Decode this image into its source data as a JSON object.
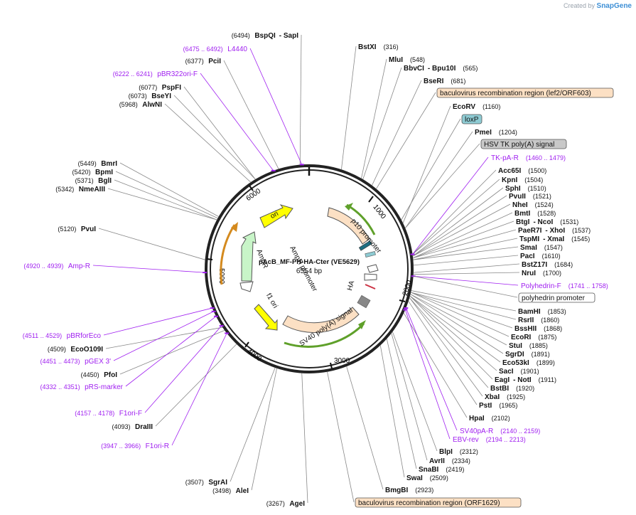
{
  "app": {
    "created_by": "Created by",
    "brand": "SnapGene"
  },
  "plasmid": {
    "name": "pAcB_MF-PH-HA-Cter (VE5629)",
    "size": "6554 bp"
  },
  "ticks": [
    "1000",
    "2000",
    "3000",
    "4000",
    "5000",
    "6000"
  ],
  "colors": {
    "site": "#111111",
    "primer": "#a020f0",
    "feature_orange": "#fce0c4",
    "feature_teal": "#8ecbd3",
    "feature_gray": "#c8c8c8",
    "ori": "#ffff00",
    "ampr": "#c8f5c8",
    "arrow_green": "#5fa02a",
    "arrow_orange": "#d48a1e"
  },
  "sites_right": [
    {
      "name": "BstXI",
      "pos": "(316)"
    },
    {
      "name": "MluI",
      "pos": "(548)"
    },
    {
      "name": "BbvCI",
      "name2": "- Bpu10I",
      "pos": "(565)"
    },
    {
      "name": "BseRI",
      "pos": "(681)"
    },
    {
      "name": "EcoRV",
      "pos": "(1160)"
    },
    {
      "name": "PmeI",
      "pos": "(1204)"
    },
    {
      "name": "Acc65I",
      "pos": "(1500)"
    },
    {
      "name": "KpnI",
      "pos": "(1504)"
    },
    {
      "name": "SphI",
      "pos": "(1510)"
    },
    {
      "name": "PvuII",
      "pos": "(1521)"
    },
    {
      "name": "NheI",
      "pos": "(1524)"
    },
    {
      "name": "BmtI",
      "pos": "(1528)"
    },
    {
      "name": "BtgI",
      "name2": "- NcoI",
      "pos": "(1531)"
    },
    {
      "name": "PaeR7I",
      "name2": "- XhoI",
      "pos": "(1537)"
    },
    {
      "name": "TspMI",
      "name2": "- XmaI",
      "pos": "(1545)"
    },
    {
      "name": "SmaI",
      "pos": "(1547)"
    },
    {
      "name": "PacI",
      "pos": "(1610)"
    },
    {
      "name": "BstZ17I",
      "pos": "(1684)"
    },
    {
      "name": "NruI",
      "pos": "(1700)"
    },
    {
      "name": "BamHI",
      "pos": "(1853)"
    },
    {
      "name": "RsrII",
      "pos": "(1860)"
    },
    {
      "name": "BssHII",
      "pos": "(1868)"
    },
    {
      "name": "EcoRI",
      "pos": "(1875)"
    },
    {
      "name": "StuI",
      "pos": "(1885)"
    },
    {
      "name": "SgrDI",
      "pos": "(1891)"
    },
    {
      "name": "Eco53kI",
      "pos": "(1899)"
    },
    {
      "name": "SacI",
      "pos": "(1901)"
    },
    {
      "name": "EagI",
      "name2": "- NotI",
      "pos": "(1911)"
    },
    {
      "name": "BstBI",
      "pos": "(1920)"
    },
    {
      "name": "XbaI",
      "pos": "(1925)"
    },
    {
      "name": "PstI",
      "pos": "(1965)"
    },
    {
      "name": "HpaI",
      "pos": "(2102)"
    },
    {
      "name": "BlpI",
      "pos": "(2312)"
    },
    {
      "name": "AvrII",
      "pos": "(2334)"
    },
    {
      "name": "SnaBI",
      "pos": "(2419)"
    },
    {
      "name": "SwaI",
      "pos": "(2509)"
    },
    {
      "name": "BmgBI",
      "pos": "(2923)"
    }
  ],
  "sites_left": [
    {
      "name": "BspQI",
      "name2": "- SapI",
      "pos": "(6494)"
    },
    {
      "name": "PciI",
      "pos": "(6377)"
    },
    {
      "name": "PspFI",
      "pos": "(6077)"
    },
    {
      "name": "BseYI",
      "pos": "(6073)"
    },
    {
      "name": "AlwNI",
      "pos": "(5968)"
    },
    {
      "name": "BmrI",
      "pos": "(5449)"
    },
    {
      "name": "BpmI",
      "pos": "(5420)"
    },
    {
      "name": "BglI",
      "pos": "(5371)"
    },
    {
      "name": "NmeAIII",
      "pos": "(5342)"
    },
    {
      "name": "PvuI",
      "pos": "(5120)"
    },
    {
      "name": "EcoO109I",
      "pos": "(4509)"
    },
    {
      "name": "PfoI",
      "pos": "(4450)"
    },
    {
      "name": "DraIII",
      "pos": "(4093)"
    },
    {
      "name": "SgrAI",
      "pos": "(3507)"
    },
    {
      "name": "AleI",
      "pos": "(3498)"
    },
    {
      "name": "AgeI",
      "pos": "(3267)"
    }
  ],
  "primers": [
    {
      "name": "L4440",
      "range": "(6475 .. 6492)"
    },
    {
      "name": "pBR322ori-F",
      "range": "(6222 .. 6241)"
    },
    {
      "name": "Amp-R",
      "range": "(4920 .. 4939)"
    },
    {
      "name": "pBRforEco",
      "range": "(4511 .. 4529)"
    },
    {
      "name": "pGEX 3'",
      "range": "(4451 .. 4473)"
    },
    {
      "name": "pRS-marker",
      "range": "(4332 .. 4351)"
    },
    {
      "name": "F1ori-F",
      "range": "(4157 .. 4178)"
    },
    {
      "name": "F1ori-R",
      "range": "(3947 .. 3966)"
    },
    {
      "name": "TK-pA-R",
      "range": "(1460 .. 1479)"
    },
    {
      "name": "Polyhedrin-F",
      "range": "(1741 .. 1758)"
    },
    {
      "name": "SV40pA-R",
      "range": "(2140 .. 2159)"
    },
    {
      "name": "EBV-rev",
      "range": "(2194 .. 2213)"
    }
  ],
  "boxes": [
    {
      "label": "baculovirus recombination region (lef2/ORF603)",
      "color": "#fce0c4"
    },
    {
      "label": "loxP",
      "color": "#8ecbd3"
    },
    {
      "label": "HSV TK poly(A) signal",
      "color": "#c8c8c8"
    },
    {
      "label": "polyhedrin promoter",
      "color": "#ffffff"
    },
    {
      "label": "baculovirus recombination region (ORF1629)",
      "color": "#fce0c4"
    }
  ],
  "inner_features": [
    "ori",
    "AmpR",
    "AmpR promoter",
    "f1 ori",
    "p10 promoter",
    "SV40 poly(A) signal",
    "HA"
  ]
}
